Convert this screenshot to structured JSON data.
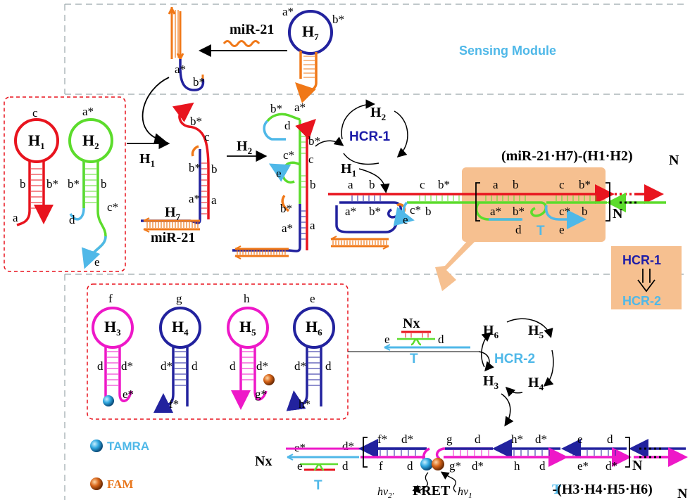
{
  "module_title": "Sensing Module",
  "mirna": "miR-21",
  "hairpins": {
    "h1": "H",
    "h2": "H",
    "h3": "H",
    "h4": "H",
    "h5": "H",
    "h6": "H",
    "h7": "H",
    "s1": "1",
    "s2": "2",
    "s3": "3",
    "s4": "4",
    "s5": "5",
    "s6": "6",
    "s7": "7"
  },
  "domains": {
    "a": "a",
    "b": "b",
    "c": "c",
    "d": "d",
    "e": "e",
    "f": "f",
    "g": "g",
    "h": "h",
    "as": "a*",
    "bs": "b*",
    "cs": "c*",
    "ds": "d*",
    "es": "e*",
    "fs": "f*",
    "gs": "g*",
    "hs": "h*"
  },
  "hcr1": "HCR-1",
  "hcr2": "HCR-2",
  "product1": "(miR-21·H7)-(H1·H2)",
  "product1_sub": "N",
  "product2": "T-(H3·H4·H5·H6)",
  "product2_sub": "N",
  "n_label": "N",
  "t_label": "T",
  "nx_label": "Nx",
  "legend": {
    "tamra": "TAMRA",
    "fam": "FAM"
  },
  "fret": "FRET",
  "hv1": "hv",
  "hv1_sub": "1",
  "hv2": "hv",
  "hv2_sub": "2'",
  "colors": {
    "red": "#e8141e",
    "green": "#5cdc2c",
    "blue": "#22229e",
    "cyan": "#4fb8e8",
    "orange": "#f07818",
    "magenta": "#ee18c8",
    "box": "#f6c090"
  }
}
